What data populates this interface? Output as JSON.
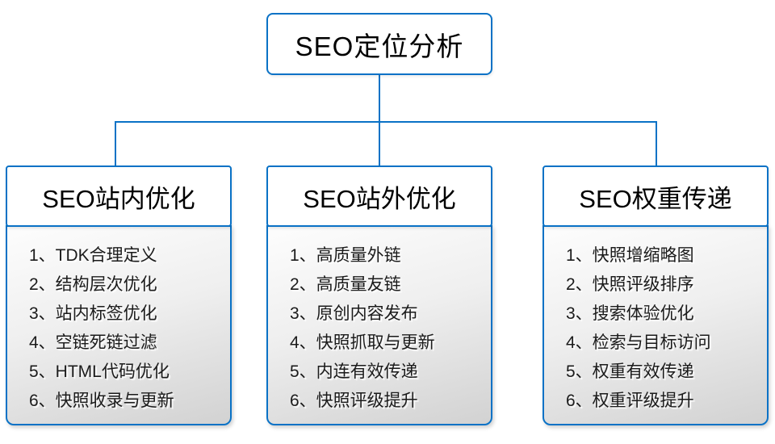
{
  "root": {
    "title": "SEO定位分析"
  },
  "colors": {
    "border_blue": "#0a72c6",
    "header_text": "#000000",
    "item_text": "#1b1b1b",
    "panel_gradient_top": "#fdfdfd",
    "panel_gradient_bottom": "#d2d2d2"
  },
  "sections": [
    {
      "title": "SEO站内优化",
      "items": [
        "1、TDK合理定义",
        "2、结构层次优化",
        "3、站内标签优化",
        "4、空链死链过滤",
        "5、HTML代码优化",
        "6、快照收录与更新"
      ]
    },
    {
      "title": "SEO站外优化",
      "items": [
        "1、高质量外链",
        "2、高质量友链",
        "3、原创内容发布",
        "4、快照抓取与更新",
        "5、内连有效传递",
        "6、快照评级提升"
      ]
    },
    {
      "title": "SEO权重传递",
      "items": [
        "1、快照增缩略图",
        "2、快照评级排序",
        "3、搜索体验优化",
        "4、检索与目标访问",
        "5、权重有效传递",
        "6、权重评级提升"
      ]
    }
  ]
}
